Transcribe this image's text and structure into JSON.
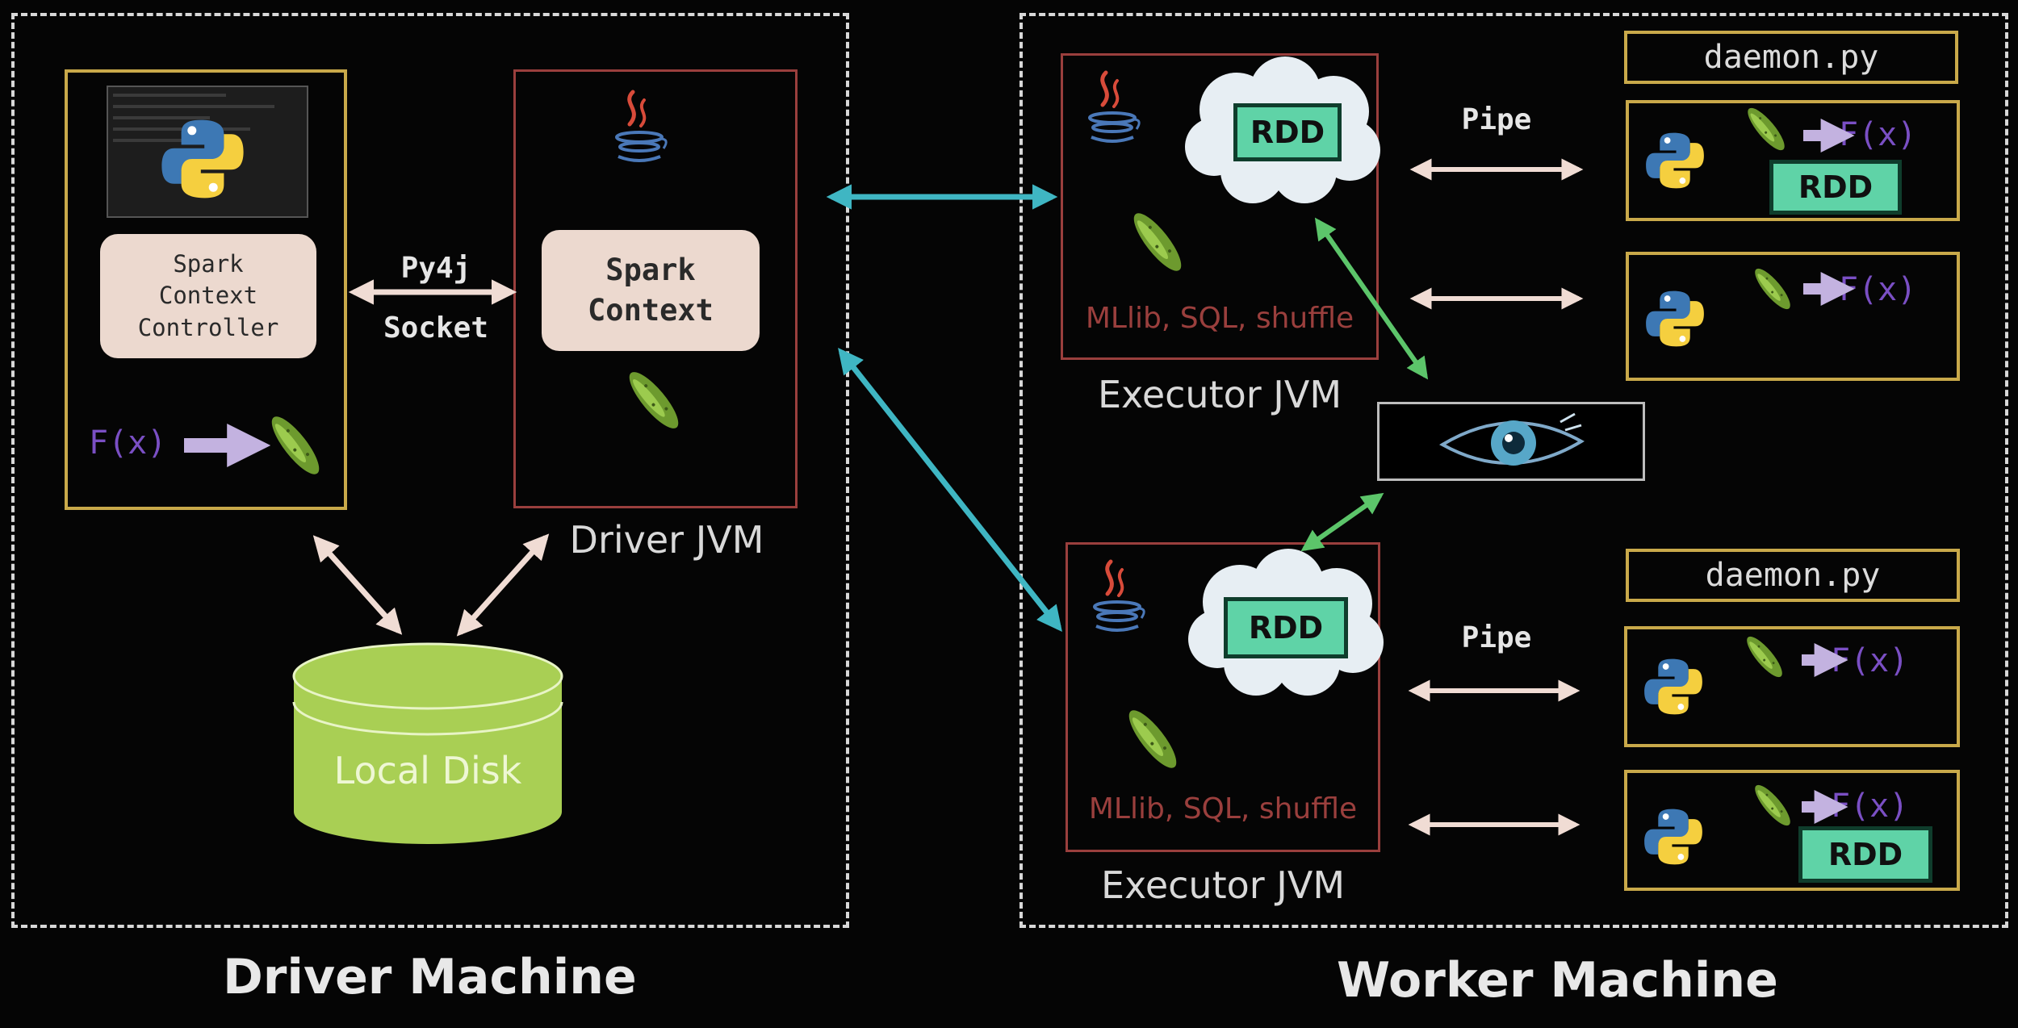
{
  "driver": {
    "machine_label": "Driver Machine",
    "python_box": {
      "context_controller_lines": [
        "Spark",
        "Context",
        "Controller"
      ],
      "fx_label": "F(x)"
    },
    "bridge_lines": [
      "Py4j",
      "Socket"
    ],
    "jvm": {
      "context_lines": [
        "Spark",
        "Context"
      ],
      "label": "Driver JVM"
    },
    "disk_label": "Local Disk"
  },
  "worker": {
    "machine_label": "Worker Machine",
    "executors": [
      {
        "label": "Executor JVM",
        "rdd_label": "RDD",
        "libs_label": "MLlib, SQL, shuffle",
        "pipe_label": "Pipe",
        "daemon_label": "daemon.py",
        "python_workers": [
          {
            "fx_label": "F(x)",
            "rdd_label": "RDD"
          },
          {
            "fx_label": "F(x)"
          }
        ]
      },
      {
        "label": "Executor JVM",
        "rdd_label": "RDD",
        "libs_label": "MLlib, SQL, shuffle",
        "pipe_label": "Pipe",
        "daemon_label": "daemon.py",
        "python_workers": [
          {
            "fx_label": "F(x)"
          },
          {
            "fx_label": "F(x)",
            "rdd_label": "RDD"
          }
        ]
      }
    ]
  },
  "colors": {
    "background": "#050505",
    "python_box_border": "#c9a94a",
    "jvm_box_border": "#9a3f3d",
    "rdd_fill": "#5fd3a7",
    "jvm_link_arrow": "#3fb6c3",
    "tachyon_link_arrow": "#5cc56a",
    "local_arrow": "#f0dcd4",
    "disk_fill": "#a9cf54",
    "fx_text": "#7a4fc4"
  },
  "icons": [
    "python-logo-icon",
    "java-logo-icon",
    "pickle-icon",
    "eye-logo-icon",
    "terminal-thumbnail",
    "cloud-icon",
    "disk-cylinder-icon"
  ]
}
